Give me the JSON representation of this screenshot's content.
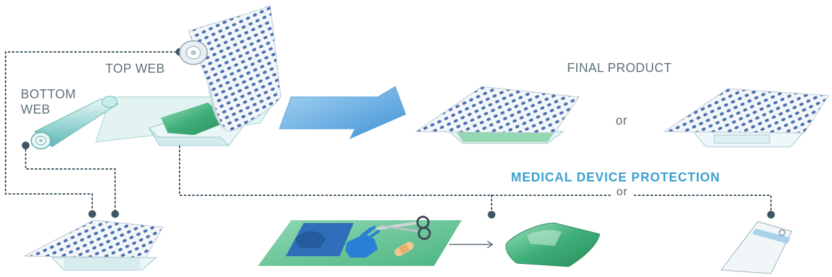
{
  "labels": {
    "top_web": "TOP WEB",
    "bottom_web": "BOTTOM WEB",
    "final_product": "FINAL PRODUCT",
    "or_1": "or",
    "medical_device_protection": "MEDICAL DEVICE PROTECTION",
    "or_2": "or"
  },
  "colors": {
    "connector_dots": "#3e5663",
    "pattern_blue": "#4a6fae",
    "film_green": "#52b98a",
    "tray_clear": "#d9eef2",
    "arrow_blue": "#6aaee0",
    "accent_text": "#3a9fcf",
    "gown_blue": "#2f6fba",
    "glove_blue": "#2a7fd6"
  },
  "items": [
    "top-web-roll",
    "bottom-web-roll",
    "forming-tray",
    "process-arrow",
    "final-package-green-insert",
    "final-package-clear-insert",
    "small-package",
    "medical-kit-mat",
    "green-pouch",
    "header-bag"
  ]
}
